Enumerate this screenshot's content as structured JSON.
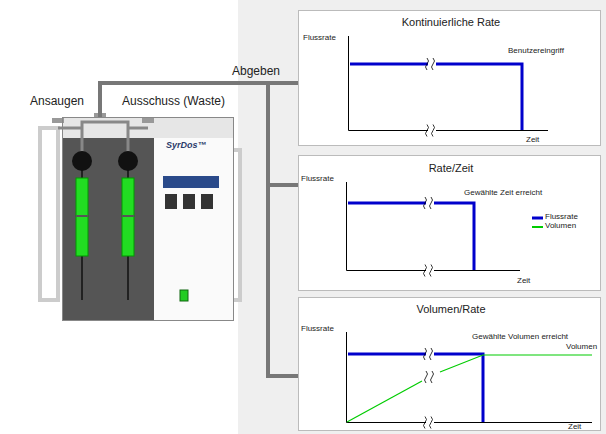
{
  "diagram": {
    "nodes": [
      {
        "text": [
          "SyrDos™"
        ]
      },
      {
        "text": [
          "Kontinuierliche Rate"
        ]
      },
      {
        "text": [
          "Rate/Zeit"
        ]
      },
      {
        "text": [
          "Volumen/Rate"
        ]
      }
    ],
    "edges": [
      {
        "from": 0,
        "to": 1,
        "arrow": "none",
        "label": "Abgeben"
      },
      {
        "from": 0,
        "to": 2,
        "arrow": "none"
      },
      {
        "from": 0,
        "to": 3,
        "arrow": "none"
      }
    ],
    "labels": [
      "Ansaugen",
      "Ausschuss (Waste)",
      "Flussrate",
      "Benutzereingriff",
      "Zeit",
      "Flussrate",
      "Gewählte Zeit erreicht",
      "Zeit",
      "Flussrate",
      "Gewählte Volumen erreicht",
      "Volumen",
      "Zeit"
    ],
    "legend": [
      {
        "text": "Flussrate"
      },
      {
        "text": "Volumen"
      }
    ]
  }
}
